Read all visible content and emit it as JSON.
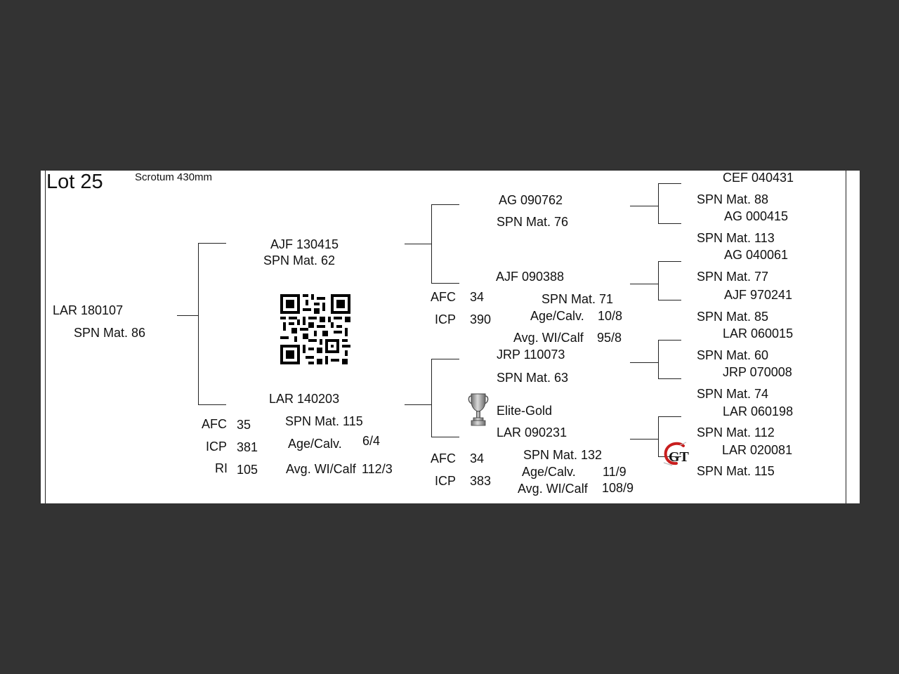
{
  "lot": {
    "label": "Lot 25",
    "scrotum": "Scrotum 430mm"
  },
  "subject": {
    "id": "LAR 180107",
    "spn": "SPN Mat. 86"
  },
  "sire": {
    "id": "AJF 130415",
    "spn": "SPN Mat. 62"
  },
  "dam": {
    "id": "LAR 140203",
    "spn": "SPN Mat. 115",
    "afc_label": "AFC",
    "afc": "35",
    "icp_label": "ICP",
    "icp": "381",
    "ri_label": "RI",
    "ri": "105",
    "age_label": "Age/Calv.",
    "age": "6/4",
    "avg_label": "Avg. WI/Calf",
    "avg": "112/3"
  },
  "ss": {
    "id": "AG  090762",
    "spn": "SPN Mat. 76"
  },
  "sd": {
    "id": "AJF 090388",
    "spn": "SPN Mat. 71",
    "afc_label": "AFC",
    "afc": "34",
    "icp_label": "ICP",
    "icp": "390",
    "age_label": "Age/Calv.",
    "age": "10/8",
    "avg_label": "Avg. WI/Calf",
    "avg": "95/8"
  },
  "ds": {
    "id": "JRP 110073",
    "spn": "SPN Mat. 63",
    "award": "Elite-Gold"
  },
  "dd": {
    "id": "LAR 090231",
    "spn": "SPN Mat. 132",
    "afc_label": "AFC",
    "afc": "34",
    "icp_label": "ICP",
    "icp": "383",
    "age_label": "Age/Calv.",
    "age": "11/9",
    "avg_label": "Avg. WI/Calf",
    "avg": "108/9"
  },
  "gg": [
    {
      "id": "CEF 040431",
      "spn": "SPN Mat. 88"
    },
    {
      "id": "AG  000415",
      "spn": "SPN Mat. 113"
    },
    {
      "id": "AG  040061",
      "spn": "SPN Mat. 77"
    },
    {
      "id": "AJF 970241",
      "spn": "SPN Mat. 85"
    },
    {
      "id": "LAR 060015",
      "spn": "SPN Mat. 60"
    },
    {
      "id": "JRP 070008",
      "spn": "SPN Mat. 74"
    },
    {
      "id": "LAR 060198",
      "spn": "SPN Mat. 112"
    },
    {
      "id": "LAR 020081",
      "spn": "SPN Mat. 115"
    }
  ],
  "logo": {
    "text": "GT"
  },
  "colors": {
    "background": "#333333",
    "card": "#ffffff",
    "logo_red": "#c81e1e"
  }
}
